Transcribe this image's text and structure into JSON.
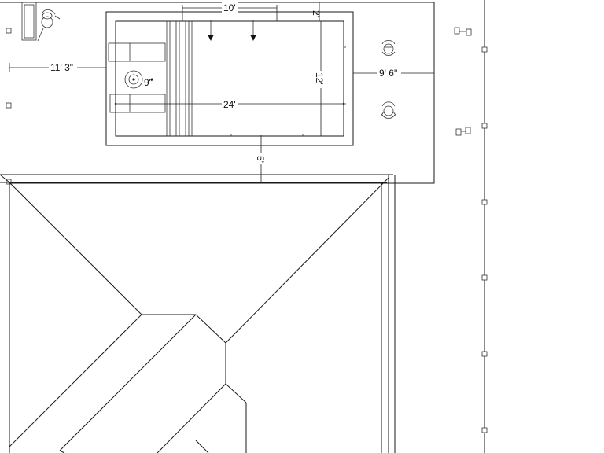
{
  "dimensions": {
    "pool_length": "24'",
    "pool_width": "12'",
    "left_setback": "11' 3\"",
    "right_setback": "9' 6\"",
    "house_setback": "5'",
    "upper_span": "10'",
    "top_deck": "2'",
    "jet_size": "9\""
  },
  "icons": {
    "lounger": "chaise-lounge-icon",
    "person": "person-icon",
    "drain": "drain-icon",
    "arrow": "arrow-down-icon",
    "post": "fence-post-icon"
  }
}
